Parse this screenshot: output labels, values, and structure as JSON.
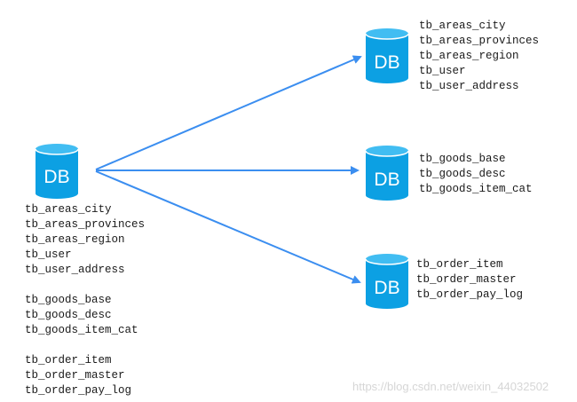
{
  "colors": {
    "db_fill": "#0ca0e3",
    "db_top": "#41bdf2",
    "arrow": "#3b8ef0"
  },
  "source_db": {
    "label": "DB",
    "tables": {
      "areas": [
        "tb_areas_city",
        "tb_areas_provinces",
        "tb_areas_region",
        "tb_user",
        "tb_user_address"
      ],
      "goods": [
        "tb_goods_base",
        "tb_goods_desc",
        "tb_goods_item_cat"
      ],
      "orders": [
        "tb_order_item",
        "tb_order_master",
        "tb_order_pay_log"
      ]
    }
  },
  "target_dbs": [
    {
      "label": "DB",
      "tables": [
        "tb_areas_city",
        "tb_areas_provinces",
        "tb_areas_region",
        "tb_user",
        "tb_user_address"
      ]
    },
    {
      "label": "DB",
      "tables": [
        "tb_goods_base",
        "tb_goods_desc",
        "tb_goods_item_cat"
      ]
    },
    {
      "label": "DB",
      "tables": [
        "tb_order_item",
        "tb_order_master",
        "tb_order_pay_log"
      ]
    }
  ],
  "watermark": "https://blog.csdn.net/weixin_44032502"
}
